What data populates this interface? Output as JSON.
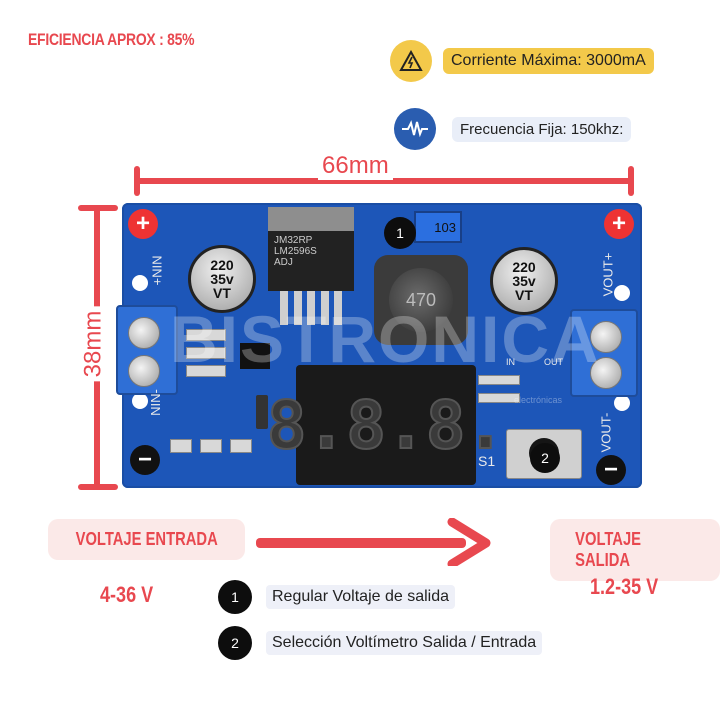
{
  "efficiency": "EFICIENCIA APROX : 85%",
  "specs": {
    "max_current": "Corriente Máxima: 3000mA",
    "frequency": "Frecuencia Fija: 150khz:"
  },
  "icons": {
    "warning": "warning-icon",
    "frequency": "waveform-icon"
  },
  "dimensions": {
    "width": "66mm",
    "height": "38mm"
  },
  "board": {
    "watermark": "BISTRONICA",
    "watermark_small": "electrónicas",
    "chip": "LM2596S",
    "chip_sub": "JM32RP",
    "chip_code": "ADJ",
    "pot": "103",
    "inductor": "470",
    "cap_left": "220\n35v\nVT",
    "cap_right": "220\n35v\nVT",
    "display": "8.8.8.",
    "silk_nin_plus": "+NIN",
    "silk_nin_minus": "NIN-",
    "silk_vout_plus": "VOUT+",
    "silk_vout_minus": "VOUT-",
    "silk_s1": "S1",
    "silk_in": "IN",
    "silk_out": "OUT",
    "plus": "+",
    "minus": "−",
    "marker_1": "1",
    "marker_2": "2"
  },
  "input": {
    "label": "VOLTAJE ENTRADA",
    "range": "4-36 V"
  },
  "output": {
    "label": "VOLTAJE SALIDA",
    "range": "1.2-35 V"
  },
  "legend": [
    {
      "num": "1",
      "text": "Regular Voltaje de salida"
    },
    {
      "num": "2",
      "text": "Selección Voltímetro  Salida / Entrada"
    }
  ],
  "colors": {
    "accent_red": "#e8484f",
    "board_blue": "#1d56b8",
    "warning_yellow": "#f3c94a",
    "freq_blue": "#2a5db0"
  }
}
